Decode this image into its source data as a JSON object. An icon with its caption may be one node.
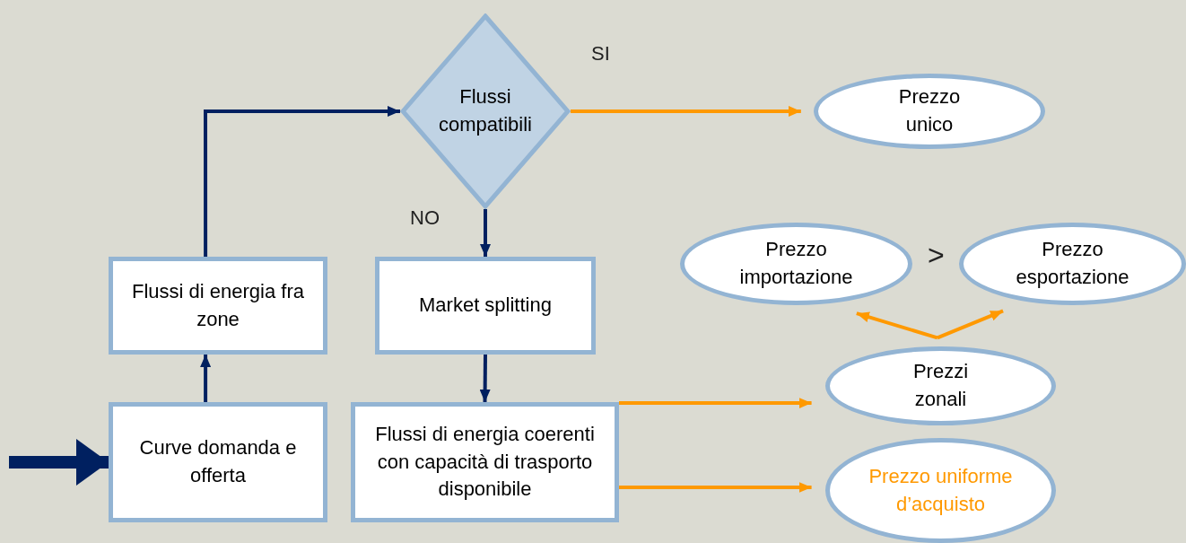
{
  "diagram": {
    "nodes": [
      {
        "text": [
          "Curve domanda e offerta"
        ]
      },
      {
        "text": [
          "Flussi di energia fra zone"
        ]
      },
      {
        "text": [
          "Flussi compatibili"
        ]
      },
      {
        "text": [
          "Prezzo unico"
        ]
      },
      {
        "text": [
          "Market splitting"
        ]
      },
      {
        "text": [
          "Flussi di energia coerenti con capacità di trasporto disponibile"
        ]
      },
      {
        "text": [
          "Prezzi zonali"
        ]
      },
      {
        "text": [
          "Prezzo uniforme d’acquisto"
        ]
      },
      {
        "text": [
          "Prezzo importazione"
        ]
      },
      {
        "text": [
          "Prezzo esportazione"
        ]
      }
    ],
    "edges": [
      {
        "from": null,
        "to": 0,
        "arrow": "to",
        "style": "thick",
        "color": "#002060"
      },
      {
        "from": 0,
        "to": 1,
        "arrow": "to",
        "color": "#002060"
      },
      {
        "from": 1,
        "to": 2,
        "arrow": "to",
        "color": "#002060"
      },
      {
        "from": 2,
        "to": 3,
        "arrow": "to",
        "label": "SI",
        "color": "#ff9900"
      },
      {
        "from": 2,
        "to": 4,
        "arrow": "to",
        "label": "NO",
        "color": "#002060"
      },
      {
        "from": 4,
        "to": 5,
        "arrow": "to",
        "color": "#002060"
      },
      {
        "from": 5,
        "to": 6,
        "arrow": "to",
        "color": "#ff9900"
      },
      {
        "from": 5,
        "to": 7,
        "arrow": "to",
        "color": "#ff9900"
      },
      {
        "from": 6,
        "to": 8,
        "arrow": "to",
        "color": "#ff9900"
      },
      {
        "from": 6,
        "to": 9,
        "arrow": "to",
        "color": "#ff9900"
      }
    ],
    "labels": [
      ">"
    ]
  }
}
